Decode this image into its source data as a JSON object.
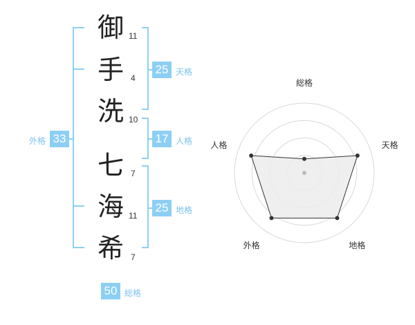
{
  "name_chars": [
    {
      "char": "御",
      "strokes": "11"
    },
    {
      "char": "手",
      "strokes": "4"
    },
    {
      "char": "洗",
      "strokes": "10"
    },
    {
      "char": "七",
      "strokes": "7"
    },
    {
      "char": "海",
      "strokes": "11"
    },
    {
      "char": "希",
      "strokes": "7"
    }
  ],
  "fortunes": {
    "tenkaku": {
      "value": "25",
      "label": "天格"
    },
    "jinkaku": {
      "value": "17",
      "label": "人格"
    },
    "chikaku": {
      "value": "25",
      "label": "地格"
    },
    "gaikaku": {
      "value": "33",
      "label": "外格"
    },
    "soukaku": {
      "value": "50",
      "label": "総格"
    }
  },
  "colors": {
    "accent": "#8dcff4",
    "bracket": "#8dcff4",
    "radar_fill": "#ececec",
    "radar_line": "#333333"
  },
  "chart_data": {
    "type": "radar",
    "axes": [
      "総格",
      "天格",
      "地格",
      "外格",
      "人格"
    ],
    "values": [
      1,
      4,
      4,
      4,
      4
    ],
    "max": 5,
    "rings": 4
  }
}
